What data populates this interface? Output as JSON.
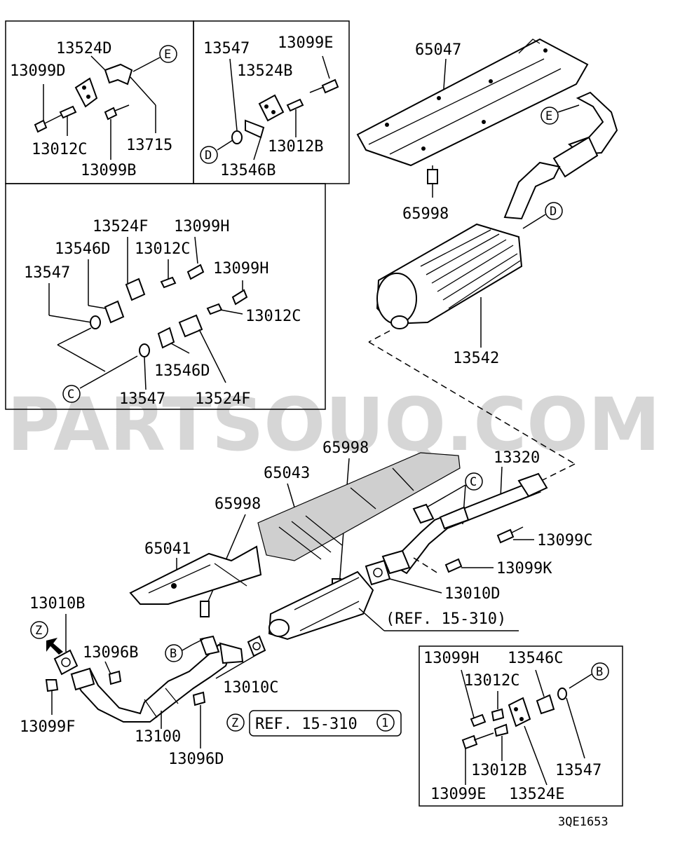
{
  "watermark": "PARTSOUQ.COM",
  "figure_code": "3QE1653",
  "reference_1": "(REF. 15-310)",
  "reference_2": {
    "marker": "Z",
    "text": "REF. 15-310",
    "number": "1"
  },
  "box1": {
    "labels": [
      "13524D",
      "13099D",
      "13012C",
      "13715",
      "13099B"
    ],
    "callout": "E"
  },
  "box2": {
    "labels": [
      "13547",
      "13099E",
      "13524B",
      "13012B",
      "13546B"
    ],
    "callout": "D"
  },
  "box3": {
    "labels": [
      "13524F",
      "13099H",
      "13546D",
      "13012C",
      "13547",
      "13099H",
      "13012C",
      "13546D",
      "13547",
      "13524F"
    ],
    "callout": "C"
  },
  "box4": {
    "labels": [
      "13099H",
      "13546C",
      "13012C",
      "13012B",
      "13547",
      "13099E",
      "13524E"
    ],
    "callout": "B"
  },
  "main_labels": {
    "heat_protector_rear": "65047",
    "bolt_rear": "65998",
    "muffler": "13542",
    "bolt_center": "65998",
    "protector_center": "65043",
    "bolt_front": "65998",
    "protector_front": "65041",
    "center_pipe": "13320",
    "bolt_c": "13099C",
    "bolt_k": "13099K",
    "gasket_d": "13010D",
    "gasket_b": "13010B",
    "nut_b": "13096B",
    "bolt_f": "13099F",
    "front_pipe": "13100",
    "nut_d": "13096D",
    "gasket_c": "13010C"
  },
  "callouts": {
    "main_e": "E",
    "main_d": "D",
    "main_c": "C",
    "main_b": "B",
    "main_z": "Z"
  }
}
